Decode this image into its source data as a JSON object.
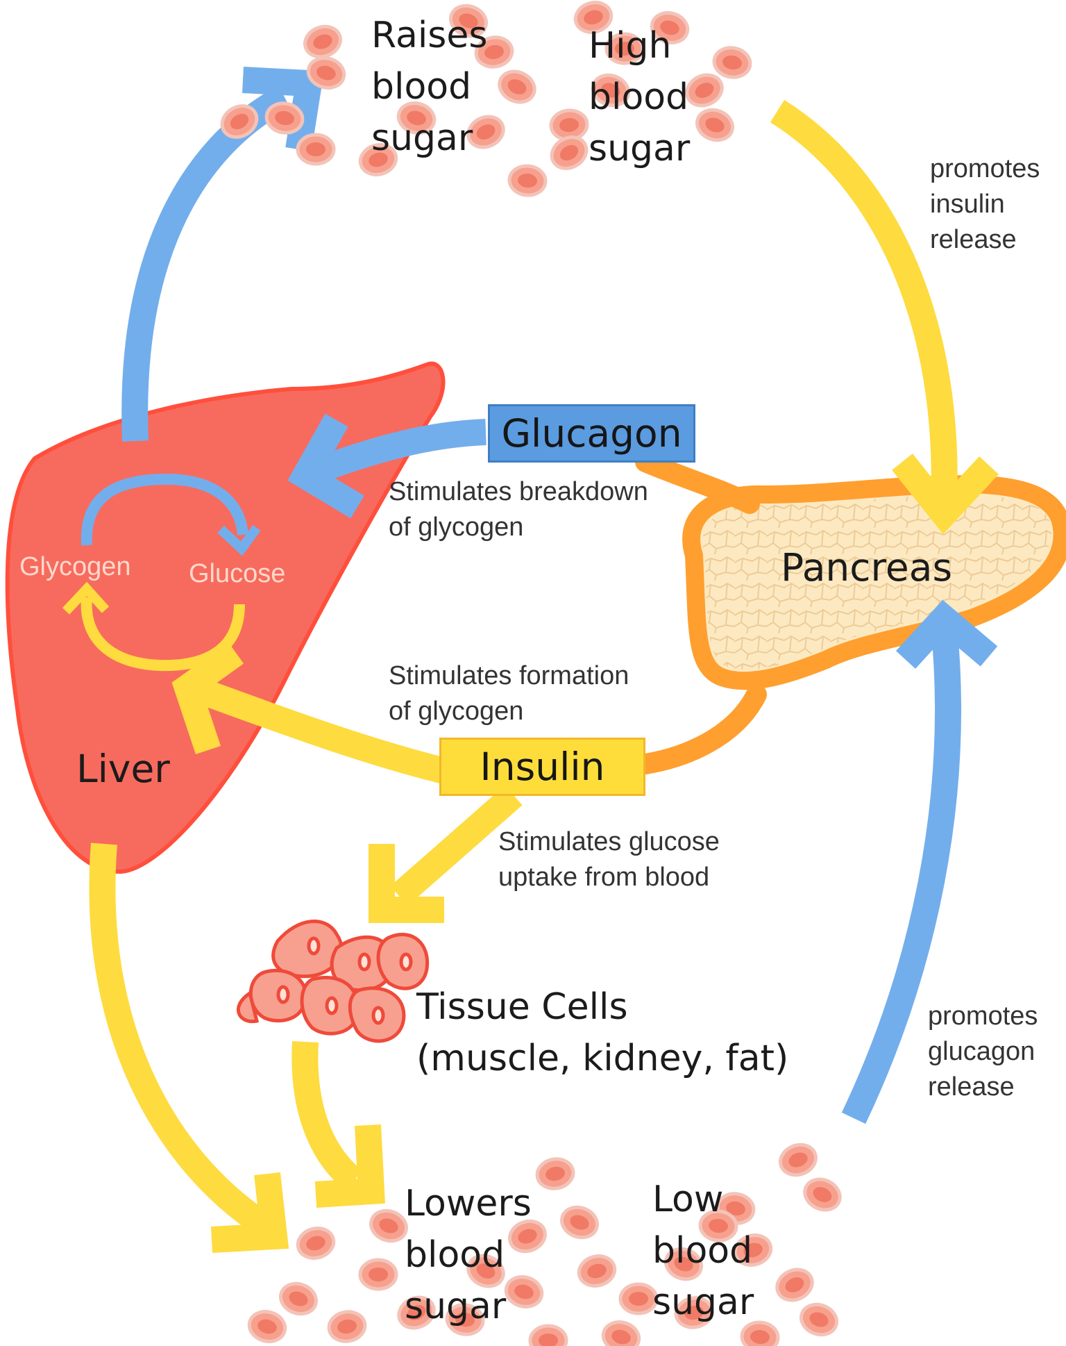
{
  "top": {
    "raises": [
      "Raises",
      "blood",
      "sugar"
    ],
    "high": [
      "High",
      "blood",
      "sugar"
    ]
  },
  "bottom": {
    "lowers": [
      "Lowers",
      "blood",
      "sugar"
    ],
    "low": [
      "Low",
      "blood",
      "sugar"
    ]
  },
  "annotations": {
    "promotes_insulin": [
      "promotes",
      "insulin",
      "release"
    ],
    "promotes_glucagon": [
      "promotes",
      "glucagon",
      "release"
    ],
    "breakdown": [
      "Stimulates breakdown",
      "of glycogen"
    ],
    "formation": [
      "Stimulates formation",
      "of glycogen"
    ],
    "uptake": [
      "Stimulates glucose",
      "uptake from blood"
    ]
  },
  "hormones": {
    "glucagon": "Glucagon",
    "insulin": "Insulin"
  },
  "organs": {
    "pancreas": "Pancreas",
    "liver": "Liver",
    "glycogen": "Glycogen",
    "glucose": "Glucose",
    "tissue": [
      "Tissue Cells",
      "(muscle, kidney, fat)"
    ]
  },
  "colors": {
    "blue_arrow": "#73aeec",
    "yellow_arrow": "#fedb3f",
    "liver": "#f76b5e",
    "pancreas_outline": "#ff9f2f",
    "pancreas_fill": "#fde9c1",
    "blood_cell": "#f7a08e",
    "glucagon_box": "#5b9be0",
    "insulin_box": "#fedd3b"
  }
}
